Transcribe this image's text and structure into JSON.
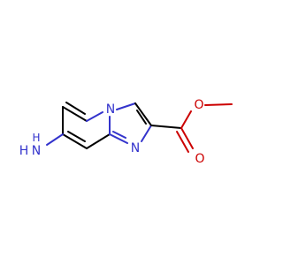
{
  "colors": {
    "carbon_bond": "#000000",
    "nitrogen": "#3333cc",
    "oxygen": "#cc0000",
    "background": "#ffffff"
  },
  "atoms": {
    "amine_n": "N",
    "amine_h": "H",
    "amine_h2": "H",
    "ring_n_bridge": "N",
    "ring_n_imidazole": "N",
    "ester_o_single": "O",
    "ester_o_double": "O"
  }
}
